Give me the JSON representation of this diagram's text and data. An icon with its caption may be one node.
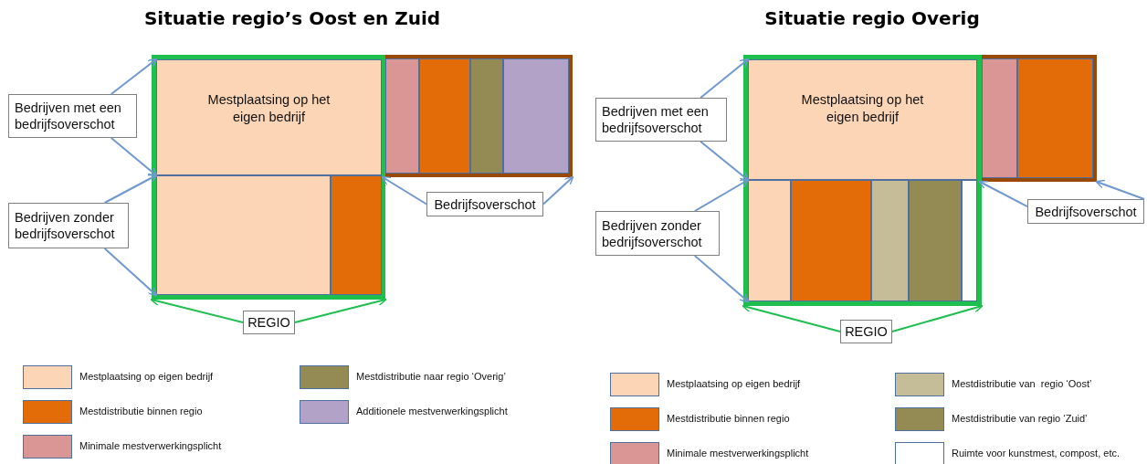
{
  "diagram": {
    "nodes": [
      {
        "text": [
          "Bedrijven met een bedrijfsoverschot"
        ]
      },
      {
        "text": [
          "Bedrijven zonder bedrijfsoverschot"
        ]
      },
      {
        "text": [],
        "shape": "box"
      },
      {
        "text": [
          "Mestplaatsing op het eigen bedrijf"
        ],
        "in": 2
      },
      {
        "text": [],
        "shape": "box",
        "in": 2
      },
      {
        "text": [],
        "shape": "box",
        "in": 2
      },
      {
        "text": [],
        "shape": "box"
      },
      {
        "text": [],
        "shape": "box",
        "in": 6
      },
      {
        "text": [],
        "shape": "box",
        "in": 6
      },
      {
        "text": [],
        "shape": "box",
        "in": 6
      },
      {
        "text": [],
        "shape": "box",
        "in": 6
      },
      {
        "text": [
          "Bedrijfsoverschot"
        ]
      },
      {
        "text": [
          "REGIO"
        ]
      },
      {
        "text": [
          "Bedrijven met een bedrijfsoverschot"
        ]
      },
      {
        "text": [
          "Bedrijven zonder bedrijfsoverschot"
        ]
      },
      {
        "text": [],
        "shape": "box"
      },
      {
        "text": [
          "Mestplaatsing op het eigen bedrijf"
        ],
        "in": 15
      },
      {
        "text": [],
        "shape": "box",
        "in": 15
      },
      {
        "text": [],
        "shape": "box",
        "in": 15
      },
      {
        "text": [],
        "shape": "box",
        "in": 15
      },
      {
        "text": [],
        "shape": "box",
        "in": 15
      },
      {
        "text": [],
        "shape": "box",
        "in": 15
      },
      {
        "text": [],
        "shape": "box"
      },
      {
        "text": [],
        "shape": "box",
        "in": 22
      },
      {
        "text": [],
        "shape": "box",
        "in": 22
      },
      {
        "text": [
          "Bedrijfsoverschot"
        ]
      },
      {
        "text": [
          "REGIO"
        ]
      }
    ],
    "edges": [
      {
        "from": 0,
        "to": 3,
        "arrow": "to"
      },
      {
        "from": 0,
        "to": 3,
        "arrow": "to"
      },
      {
        "from": 1,
        "to": 4,
        "arrow": "to"
      },
      {
        "from": 1,
        "to": 4,
        "arrow": "to"
      },
      {
        "from": 11,
        "to": 6,
        "arrow": "to"
      },
      {
        "from": 11,
        "to": 6,
        "arrow": "to"
      },
      {
        "from": 12,
        "to": 2,
        "arrow": "to",
        "color": "#1fbf4f"
      },
      {
        "from": 12,
        "to": 2,
        "arrow": "to",
        "color": "#1fbf4f"
      },
      {
        "from": 13,
        "to": 16,
        "arrow": "to"
      },
      {
        "from": 13,
        "to": 16,
        "arrow": "to"
      },
      {
        "from": 14,
        "to": 17,
        "arrow": "to"
      },
      {
        "from": 14,
        "to": 17,
        "arrow": "to"
      },
      {
        "from": 25,
        "to": 22,
        "arrow": "to"
      },
      {
        "from": 25,
        "to": 22,
        "arrow": "to"
      },
      {
        "from": 26,
        "to": 15,
        "arrow": "to",
        "color": "#1fbf4f"
      },
      {
        "from": 26,
        "to": 15,
        "arrow": "to",
        "color": "#1fbf4f"
      }
    ],
    "labels": [
      "Situatie regio’s Oost en Zuid",
      "Situatie regio Overig"
    ],
    "legend": [
      {
        "text": "Mestplaatsing op eigen bedrijf",
        "color": "#fbd5b5"
      },
      {
        "text": "Mestdistributie binnen regio",
        "color": "#e36c09"
      },
      {
        "text": "Minimale mestverwerkingsplicht",
        "color": "#d99694"
      },
      {
        "text": "Mestdistributie naar regio ‘Overig’",
        "color": "#948a54"
      },
      {
        "text": "Additionele mestverwerkingsplicht",
        "color": "#b2a2c7"
      },
      {
        "text": "Mestplaatsing op eigen bedrijf",
        "color": "#fbd5b5"
      },
      {
        "text": "Mestdistributie binnen regio",
        "color": "#e36c09"
      },
      {
        "text": "Minimale mestverwerkingsplicht",
        "color": "#d99694"
      },
      {
        "text": "Mestdistributie van  regio ‘Oost’",
        "color": "#c4bd97"
      },
      {
        "text": "Mestdistributie van regio ‘Zuid’",
        "color": "#948a54"
      },
      {
        "text": "Ruimte voor kunstmest, compost, etc.",
        "color": "#ffffff"
      }
    ]
  }
}
